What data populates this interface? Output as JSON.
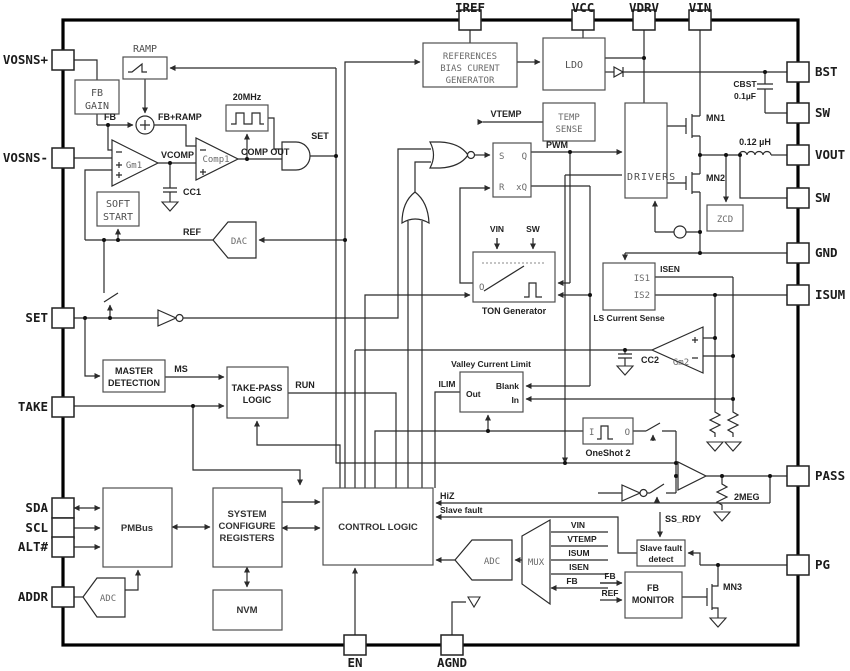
{
  "colors": {
    "line": "#2b2b2b",
    "block_stroke": "#4f4f4f",
    "mono_text": "#5a5a5a",
    "label_text": "#222222",
    "background": "#ffffff"
  },
  "pins": {
    "top": [
      "IREF",
      "VCC",
      "VDRV",
      "VIN"
    ],
    "left": [
      "VOSNS+",
      "VOSNS-",
      "SET",
      "TAKE",
      "SDA",
      "SCL",
      "ALT#",
      "ADDR"
    ],
    "right": [
      "BST",
      "SW",
      "VOUT",
      "SW",
      "GND",
      "ISUM",
      "PASS",
      "PG"
    ],
    "bottom": [
      "EN",
      "AGND"
    ]
  },
  "blocks": {
    "ramp": "RAMP",
    "fb_gain": [
      "FB",
      "GAIN"
    ],
    "clock": "20MHz",
    "gm1": "Gm1",
    "comp1": "Comp1",
    "soft_start": [
      "SOFT",
      "START"
    ],
    "dac": "DAC",
    "refgen": [
      "REFERENCES",
      "BIAS CURENT",
      "GENERATOR"
    ],
    "ldo": "LDO",
    "temp_sense": [
      "TEMP",
      "SENSE"
    ],
    "drivers": "DRIVERS",
    "zcd": "ZCD",
    "latch": {
      "s": "S",
      "q": "Q",
      "r": "R",
      "qb": "xQ"
    },
    "ton": {
      "title": "TON Generator",
      "o": "O",
      "inputs": [
        "VIN",
        "SW"
      ]
    },
    "ls_sense": {
      "title": "LS Current Sense",
      "is1": "IS1",
      "is2": "IS2"
    },
    "gm2": "Gm2",
    "valley": {
      "title": "Valley Current Limit",
      "out": "Out",
      "blank": "Blank",
      "in": "In"
    },
    "oneshot": {
      "title": "OneShot 2",
      "i": "I",
      "o": "O"
    },
    "master": [
      "MASTER",
      "DETECTION"
    ],
    "take_pass": [
      "TAKE-PASS",
      "LOGIC"
    ],
    "pmbus": "PMBus",
    "scr": [
      "SYSTEM",
      "CONFIGURE",
      "REGISTERS"
    ],
    "nvm": "NVM",
    "control": "CONTROL LOGIC",
    "adc_main": "ADC",
    "adc_addr": "ADC",
    "mux": "MUX",
    "sfd": [
      "Slave fault",
      "detect"
    ],
    "fb_monitor": [
      "FB",
      "MONITOR"
    ]
  },
  "signals": {
    "fb": "FB",
    "fb_ramp": "FB+RAMP",
    "vcomp": "VCOMP",
    "cc1": "CC1",
    "comp_out": "COMP OUT",
    "set": "SET",
    "ref": "REF",
    "vtemp": "VTEMP",
    "pwm": "PWM",
    "mn1": "MN1",
    "mn2": "MN2",
    "mn3": "MN3",
    "cbst": "CBST",
    "cbst_val": "0.1µF",
    "inductor_val": "0.12 µH",
    "isen": "ISEN",
    "cc2": "CC2",
    "ms": "MS",
    "run": "RUN",
    "ilim": "ILIM",
    "hiz": "HiZ",
    "slave_fault": "Slave fault",
    "ss_rdy": "SS_RDY",
    "r2meg": "2MEG",
    "mux_inputs": [
      "VIN",
      "VTEMP",
      "ISUM",
      "ISEN",
      "FB"
    ],
    "fbm_inputs": [
      "FB",
      "REF"
    ]
  }
}
